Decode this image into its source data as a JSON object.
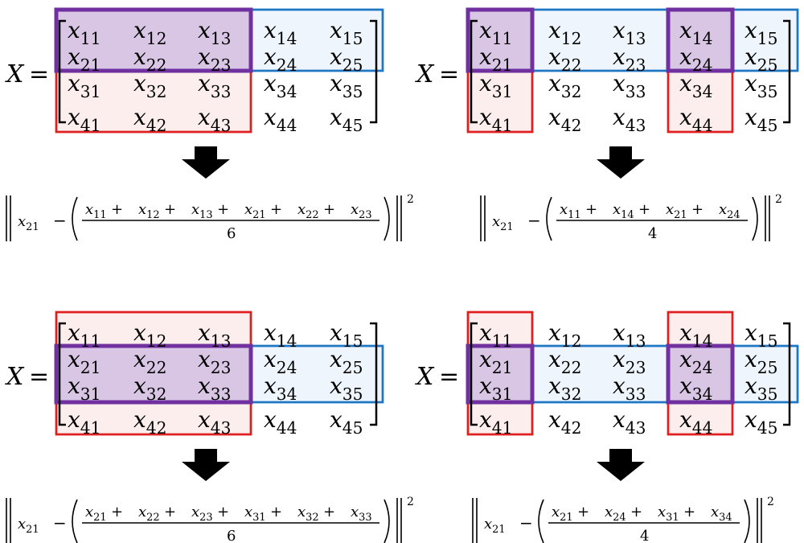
{
  "matrix": {
    "name": "X",
    "equals": "=",
    "entries": [
      [
        "x11",
        "x12",
        "x13",
        "x14",
        "x15"
      ],
      [
        "x21",
        "x22",
        "x23",
        "x24",
        "x25"
      ],
      [
        "x31",
        "x32",
        "x33",
        "x34",
        "x35"
      ],
      [
        "x41",
        "x42",
        "x43",
        "x44",
        "x45"
      ]
    ]
  },
  "colors": {
    "red": "#e02020",
    "blue": "#1f77c4",
    "purple": "#7030a0",
    "red_fill": "#fdeeee",
    "blue_fill": "#eef5fc",
    "purple_fill": "#d8c6e4"
  },
  "panels": [
    {
      "id": "top-left",
      "red_rows": [
        0,
        3
      ],
      "red_cols": [
        0,
        2
      ],
      "blue_rows": [
        0,
        1
      ],
      "blue_cols": [
        0,
        4
      ],
      "purple": [
        {
          "rows": [
            0,
            1
          ],
          "cols": [
            0,
            2
          ]
        }
      ],
      "formula": {
        "lhs": "x21",
        "numerator_terms": [
          "x11",
          "x12",
          "x13",
          "x21",
          "x22",
          "x23"
        ],
        "denominator": "6",
        "exponent": "2"
      }
    },
    {
      "id": "top-right",
      "red_rows": [
        0,
        3
      ],
      "red_cols": [
        [
          0,
          0
        ],
        [
          3,
          3
        ]
      ],
      "blue_rows": [
        0,
        1
      ],
      "blue_cols": [
        0,
        4
      ],
      "purple": [
        {
          "rows": [
            0,
            1
          ],
          "cols": [
            0,
            0
          ]
        },
        {
          "rows": [
            0,
            1
          ],
          "cols": [
            3,
            3
          ]
        }
      ],
      "formula": {
        "lhs": "x21",
        "numerator_terms": [
          "x11",
          "x14",
          "x21",
          "x24"
        ],
        "denominator": "4",
        "exponent": "2"
      }
    },
    {
      "id": "bottom-left",
      "red_rows": [
        0,
        3
      ],
      "red_cols": [
        0,
        2
      ],
      "blue_rows": [
        1,
        2
      ],
      "blue_cols": [
        0,
        4
      ],
      "purple": [
        {
          "rows": [
            1,
            2
          ],
          "cols": [
            0,
            2
          ]
        }
      ],
      "formula": {
        "lhs": "x21",
        "numerator_terms": [
          "x21",
          "x22",
          "x23",
          "x31",
          "x32",
          "x33"
        ],
        "denominator": "6",
        "exponent": "2"
      }
    },
    {
      "id": "bottom-right",
      "red_rows": [
        0,
        3
      ],
      "red_cols": [
        [
          0,
          0
        ],
        [
          3,
          3
        ]
      ],
      "blue_rows": [
        1,
        2
      ],
      "blue_cols": [
        0,
        4
      ],
      "purple": [
        {
          "rows": [
            1,
            2
          ],
          "cols": [
            0,
            0
          ]
        },
        {
          "rows": [
            1,
            2
          ],
          "cols": [
            3,
            3
          ]
        }
      ],
      "formula": {
        "lhs": "x21",
        "numerator_terms": [
          "x21",
          "x24",
          "x31",
          "x34"
        ],
        "denominator": "4",
        "exponent": "2"
      }
    }
  ]
}
